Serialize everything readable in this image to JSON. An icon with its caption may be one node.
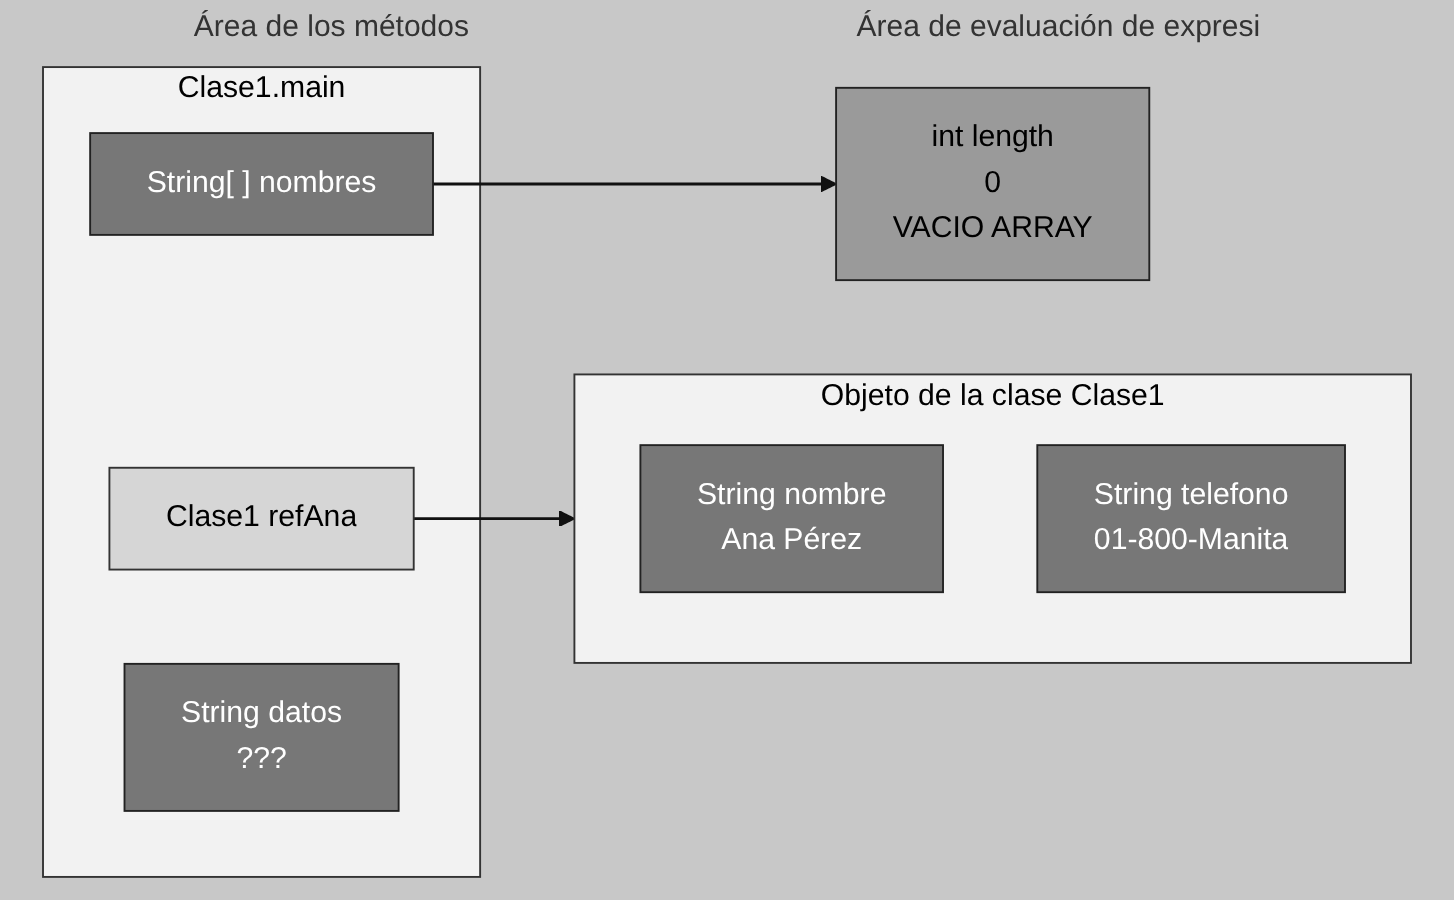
{
  "diagram": {
    "nodes": [
      {
        "text": [
          "Clase1.main"
        ]
      },
      {
        "text": [
          "String[ ] nombres"
        ],
        "in": 0
      },
      {
        "text": [
          "Clase1 refAna"
        ],
        "in": 0
      },
      {
        "text": [
          "String datos",
          "???"
        ],
        "in": 0
      },
      {
        "text": [
          "int length",
          "0",
          "VACIO ARRAY"
        ]
      },
      {
        "text": [
          "Objeto de la clase Clase1"
        ]
      },
      {
        "text": [
          "String nombre",
          "Ana Pérez"
        ],
        "in": 5
      },
      {
        "text": [
          "String telefono",
          "01-800-Manita"
        ],
        "in": 5
      }
    ],
    "edges": [
      {
        "from": 1,
        "to": 4,
        "arrow": "to"
      },
      {
        "from": 2,
        "to": 5,
        "arrow": "to"
      }
    ],
    "labels": [
      "Área de los métodos",
      "Área de evaluación de expresi"
    ]
  }
}
